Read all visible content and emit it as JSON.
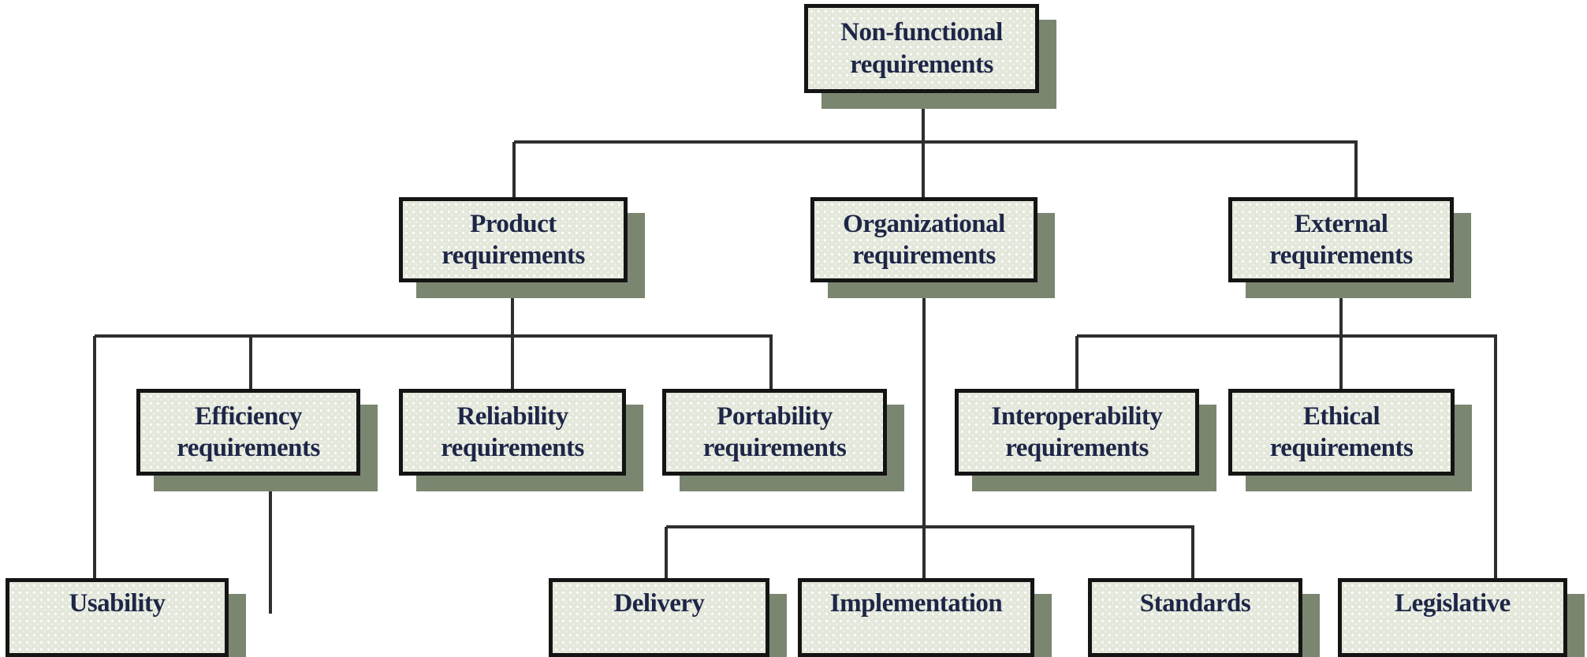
{
  "diagram": {
    "type": "tree",
    "nodes": [
      {
        "id": "non-functional",
        "line1": "Non-functional",
        "line2": "requirements",
        "label": "Non-functional requirements"
      },
      {
        "id": "product",
        "line1": "Product",
        "line2": "requirements",
        "label": "Product requirements"
      },
      {
        "id": "organizational",
        "line1": "Organizational",
        "line2": "requirements",
        "label": "Organizational requirements"
      },
      {
        "id": "external",
        "line1": "External",
        "line2": "requirements",
        "label": "External requirements"
      },
      {
        "id": "efficiency",
        "line1": "Efficiency",
        "line2": "requirements",
        "label": "Efficiency requirements"
      },
      {
        "id": "reliability",
        "line1": "Reliability",
        "line2": "requirements",
        "label": "Reliability requirements"
      },
      {
        "id": "portability",
        "line1": "Portability",
        "line2": "requirements",
        "label": "Portability requirements"
      },
      {
        "id": "interoperability",
        "line1": "Interoperability",
        "line2": "requirements",
        "label": "Interoperability requirements"
      },
      {
        "id": "ethical",
        "line1": "Ethical",
        "line2": "requirements",
        "label": "Ethical requirements"
      },
      {
        "id": "usability",
        "line1": "Usability",
        "label": "Usability"
      },
      {
        "id": "delivery",
        "line1": "Delivery",
        "label": "Delivery"
      },
      {
        "id": "implementation",
        "line1": "Implementation",
        "label": "Implementation"
      },
      {
        "id": "standards",
        "line1": "Standards",
        "label": "Standards"
      },
      {
        "id": "legislative",
        "line1": "Legislative",
        "label": "Legislative"
      }
    ],
    "edges": [
      [
        "non-functional",
        "product"
      ],
      [
        "non-functional",
        "organizational"
      ],
      [
        "non-functional",
        "external"
      ],
      [
        "product",
        "usability"
      ],
      [
        "product",
        "efficiency"
      ],
      [
        "product",
        "reliability"
      ],
      [
        "product",
        "portability"
      ],
      [
        "organizational",
        "delivery"
      ],
      [
        "organizational",
        "implementation"
      ],
      [
        "organizational",
        "standards"
      ],
      [
        "external",
        "interoperability"
      ],
      [
        "external",
        "ethical"
      ],
      [
        "external",
        "legislative"
      ]
    ],
    "colors": {
      "box_fill": "#e3e8db",
      "box_border": "#141414",
      "box_shadow": "#7b8671",
      "connector": "#2e2e2e",
      "text": "#1e2647",
      "background": "#ffffff"
    }
  }
}
